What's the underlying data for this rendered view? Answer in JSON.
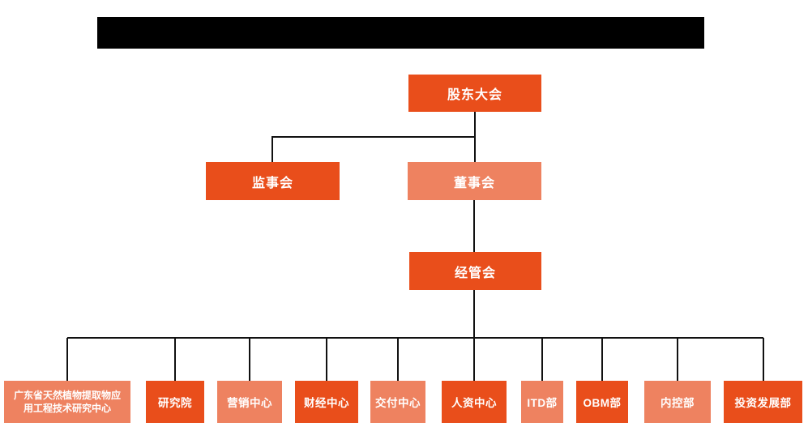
{
  "colors": {
    "primary_orange": "#E94E1B",
    "secondary_salmon": "#EE8260",
    "connector_black": "#111111",
    "redaction_black": "#000000"
  },
  "org_chart": {
    "root": {
      "label": "股东大会"
    },
    "supervisory": {
      "label": "监事会"
    },
    "board": {
      "label": "董事会"
    },
    "management": {
      "label": "经管会"
    },
    "departments": [
      {
        "label": "广东省天然植物提取物应用工程技术研究中心"
      },
      {
        "label": "研究院"
      },
      {
        "label": "营销中心"
      },
      {
        "label": "财经中心"
      },
      {
        "label": "交付中心"
      },
      {
        "label": "人资中心"
      },
      {
        "label": "ITD部"
      },
      {
        "label": "OBM部"
      },
      {
        "label": "内控部"
      },
      {
        "label": "投资发展部"
      }
    ]
  }
}
